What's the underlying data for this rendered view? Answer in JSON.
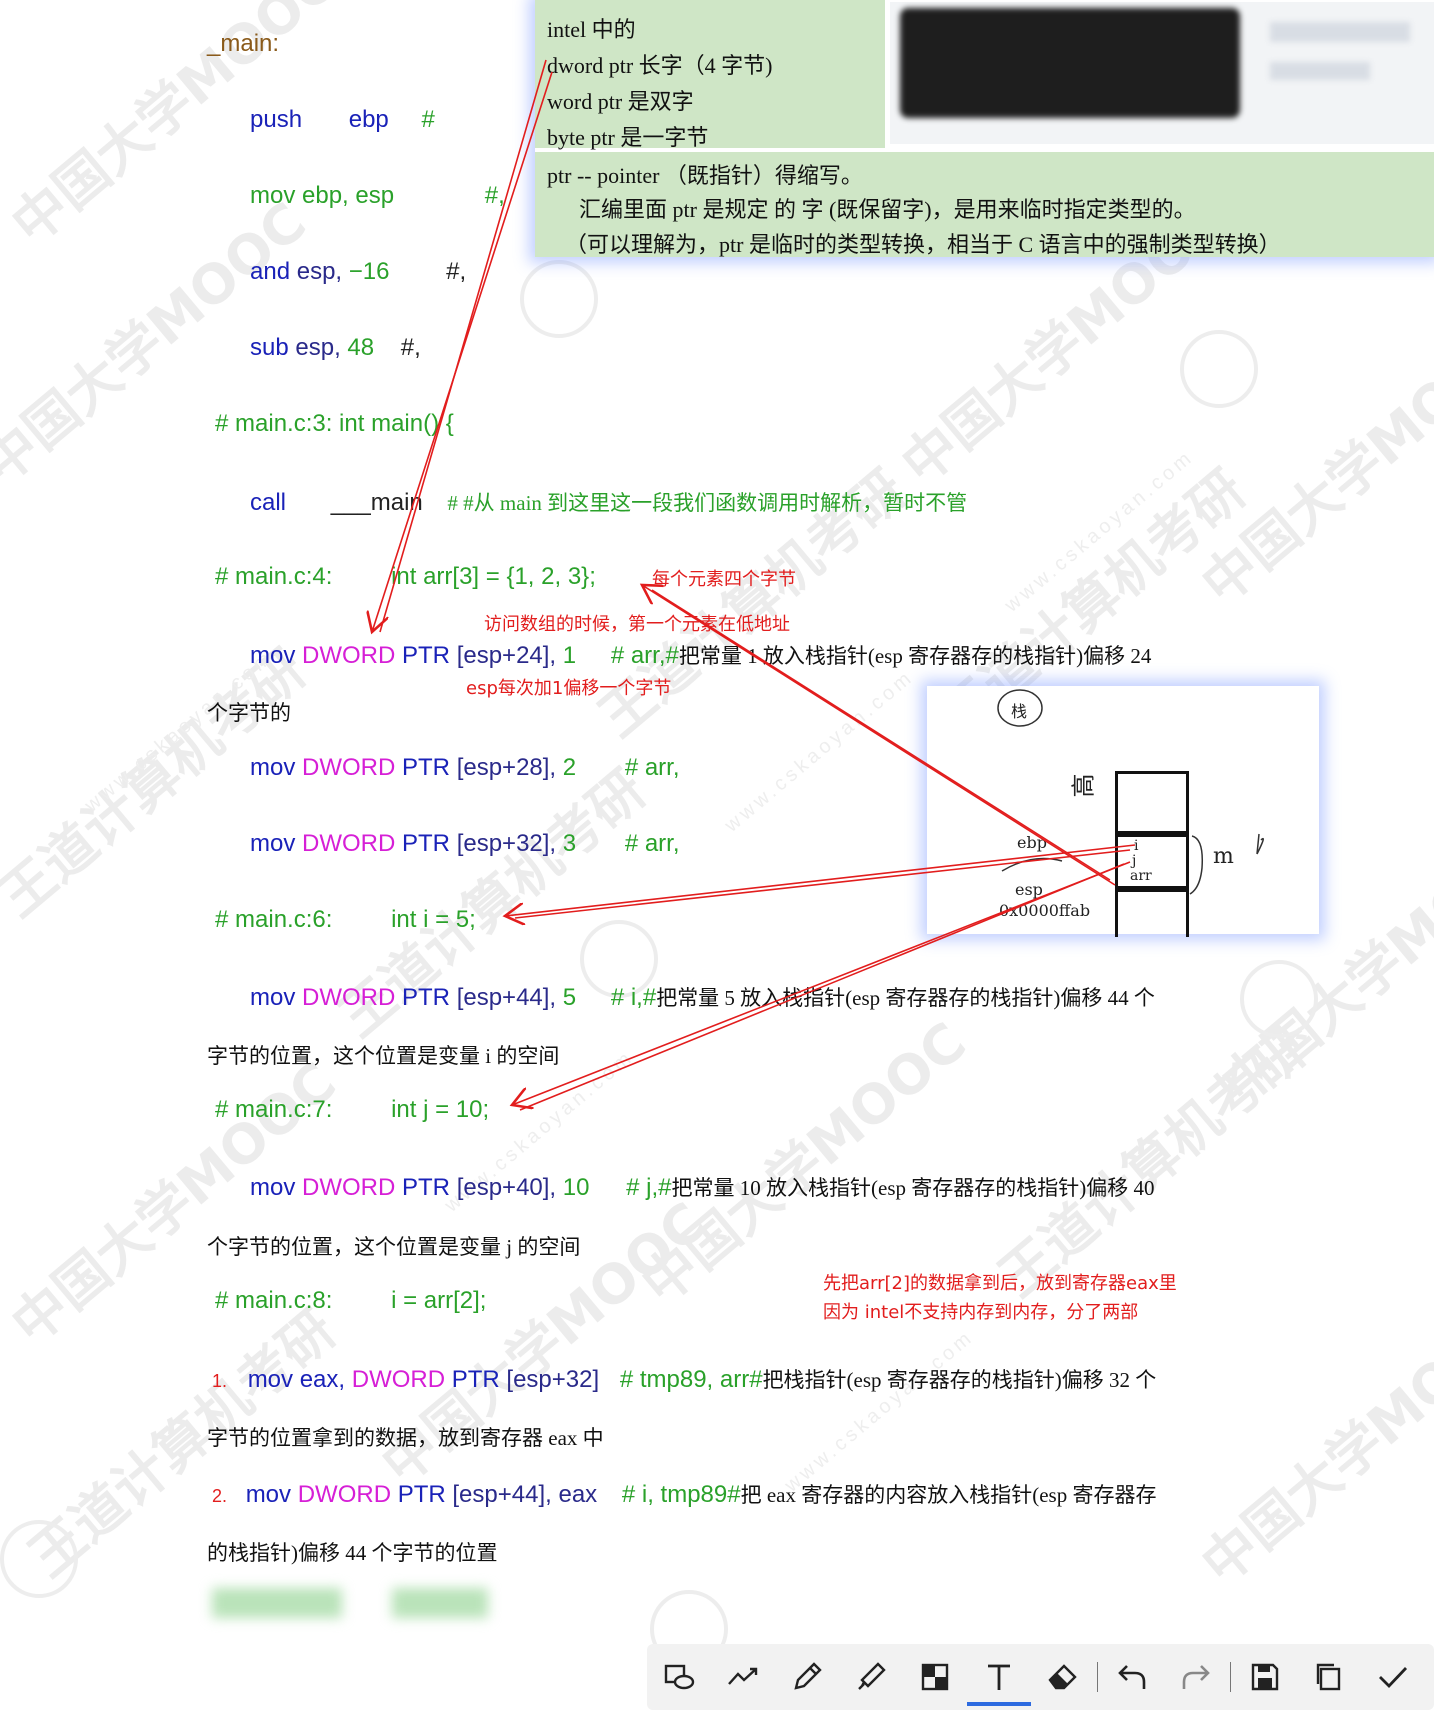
{
  "colors": {
    "popup_bg": "#cfe6c6",
    "annotation": "#e21d1d",
    "keyword_blue": "#1a22b8",
    "ptr_magenta": "#d61fd6",
    "comment_green": "#2aa12a",
    "toolbar_active": "#2d6be0"
  },
  "watermark": {
    "brand": "王道计算机考研",
    "mooc": "中国大学MOOC",
    "site": "www.cskaoyan.com"
  },
  "code": {
    "label_main": "_main:",
    "push": {
      "op": "push",
      "arg": "ebp",
      "comment": "#"
    },
    "mov_ebp": {
      "op": "mov ebp, esp",
      "comment": "#,"
    },
    "and_esp": {
      "op": "and",
      "arg": "esp,",
      "num": "−16",
      "comment": "#,"
    },
    "sub_esp": {
      "op": "sub",
      "arg": "esp,",
      "num": "48",
      "comment": "#,"
    },
    "c3": "# main.c:3: int main() {",
    "call": {
      "op": "call",
      "arg": "___main",
      "comment": "# #从 main 到这里这一段我们函数调用时解析，暂时不管"
    },
    "c4": {
      "loc": "# main.c:4:",
      "src": "int arr[3] = {1, 2, 3};"
    },
    "mov24": {
      "op": "mov",
      "ptr": "DWORD",
      "kw": "PTR",
      "addr": "[esp+24],",
      "val": "1",
      "comment": "# arr,#",
      "cn": "把常量 1  放入栈指针(esp 寄存器存的栈指针)偏移 24",
      "cn2": "个字节的"
    },
    "mov28": {
      "op": "mov",
      "ptr": "DWORD",
      "kw": "PTR",
      "addr": "[esp+28],",
      "val": "2",
      "comment": "# arr,"
    },
    "mov32": {
      "op": "mov",
      "ptr": "DWORD",
      "kw": "PTR",
      "addr": "[esp+32],",
      "val": "3",
      "comment": "# arr,"
    },
    "c6": {
      "loc": "# main.c:6:",
      "src": "int i = 5;"
    },
    "mov44": {
      "op": "mov",
      "ptr": "DWORD",
      "kw": "PTR",
      "addr": "[esp+44],",
      "val": "5",
      "comment": "# i,#",
      "cn": "把常量 5 放入栈指针(esp 寄存器存的栈指针)偏移 44 个",
      "cn2": "字节的位置，这个位置是变量 i 的空间"
    },
    "c7": {
      "loc": "# main.c:7:",
      "src": "int j = 10;"
    },
    "mov40": {
      "op": "mov",
      "ptr": "DWORD",
      "kw": "PTR",
      "addr": "[esp+40],",
      "val": "10",
      "comment": "# j,#",
      "cn": "把常量 10 放入栈指针(esp 寄存器存的栈指针)偏移 40",
      "cn2": "个字节的位置，这个位置是变量 j 的空间"
    },
    "c8": {
      "loc": "# main.c:8:",
      "src": "i = arr[2];"
    },
    "step1": {
      "num": "1.",
      "op": "mov eax,",
      "ptr": "DWORD",
      "kw": "PTR",
      "addr": "[esp+32]",
      "comment": "# tmp89, arr#",
      "cn": "把栈指针(esp 寄存器存的栈指针)偏移 32 个",
      "cn2": "字节的位置拿到的数据，放到寄存器 eax 中"
    },
    "step2": {
      "num": "2.",
      "op": "mov",
      "ptr": "DWORD",
      "kw": "PTR",
      "addr": "[esp+44],",
      "val": "eax",
      "comment": "# i, tmp89#",
      "cn": "把 eax 寄存器的内容放入栈指针(esp 寄存器存",
      "cn2": "的栈指针)偏移 44 个字节的位置"
    }
  },
  "annotations": {
    "each_elem": "每个元素四个字节",
    "low_addr": "访问数组的时候，第一个元素在低地址",
    "esp_inc": "esp每次加1偏移一个字节",
    "arr2_line1": "先把arr[2]的数据拿到后，放到寄存器eax里",
    "arr2_line2": "因为 intel不支持内存到内存，分了两部"
  },
  "popup": {
    "l1": "intel 中的",
    "l2": "dword ptr  长字（4 字节)",
    "l3": "word ptr   是双字",
    "l4": "byte ptr   是一字节",
    "l5": "ptr -- pointer （既指针）得缩写。",
    "l6": "汇编里面  ptr  是规定  的  字  (既保留字)，是用来临时指定类型的。",
    "l7": "（可以理解为，ptr 是临时的类型转换，相当于 C 语言中的强制类型转换）"
  },
  "stack": {
    "title": "栈",
    "high": "高",
    "ebp": "ebp",
    "esp": "esp",
    "addr": "0x0000ffab",
    "i": "i",
    "j": "j",
    "arr": "arr",
    "m": "m"
  },
  "toolbar": [
    "shape-icon",
    "line-icon",
    "pen-icon",
    "highlighter-icon",
    "mosaic-icon",
    "text-icon",
    "eraser-icon",
    "undo-icon",
    "redo-icon",
    "save-icon",
    "copy-icon",
    "confirm-icon"
  ]
}
